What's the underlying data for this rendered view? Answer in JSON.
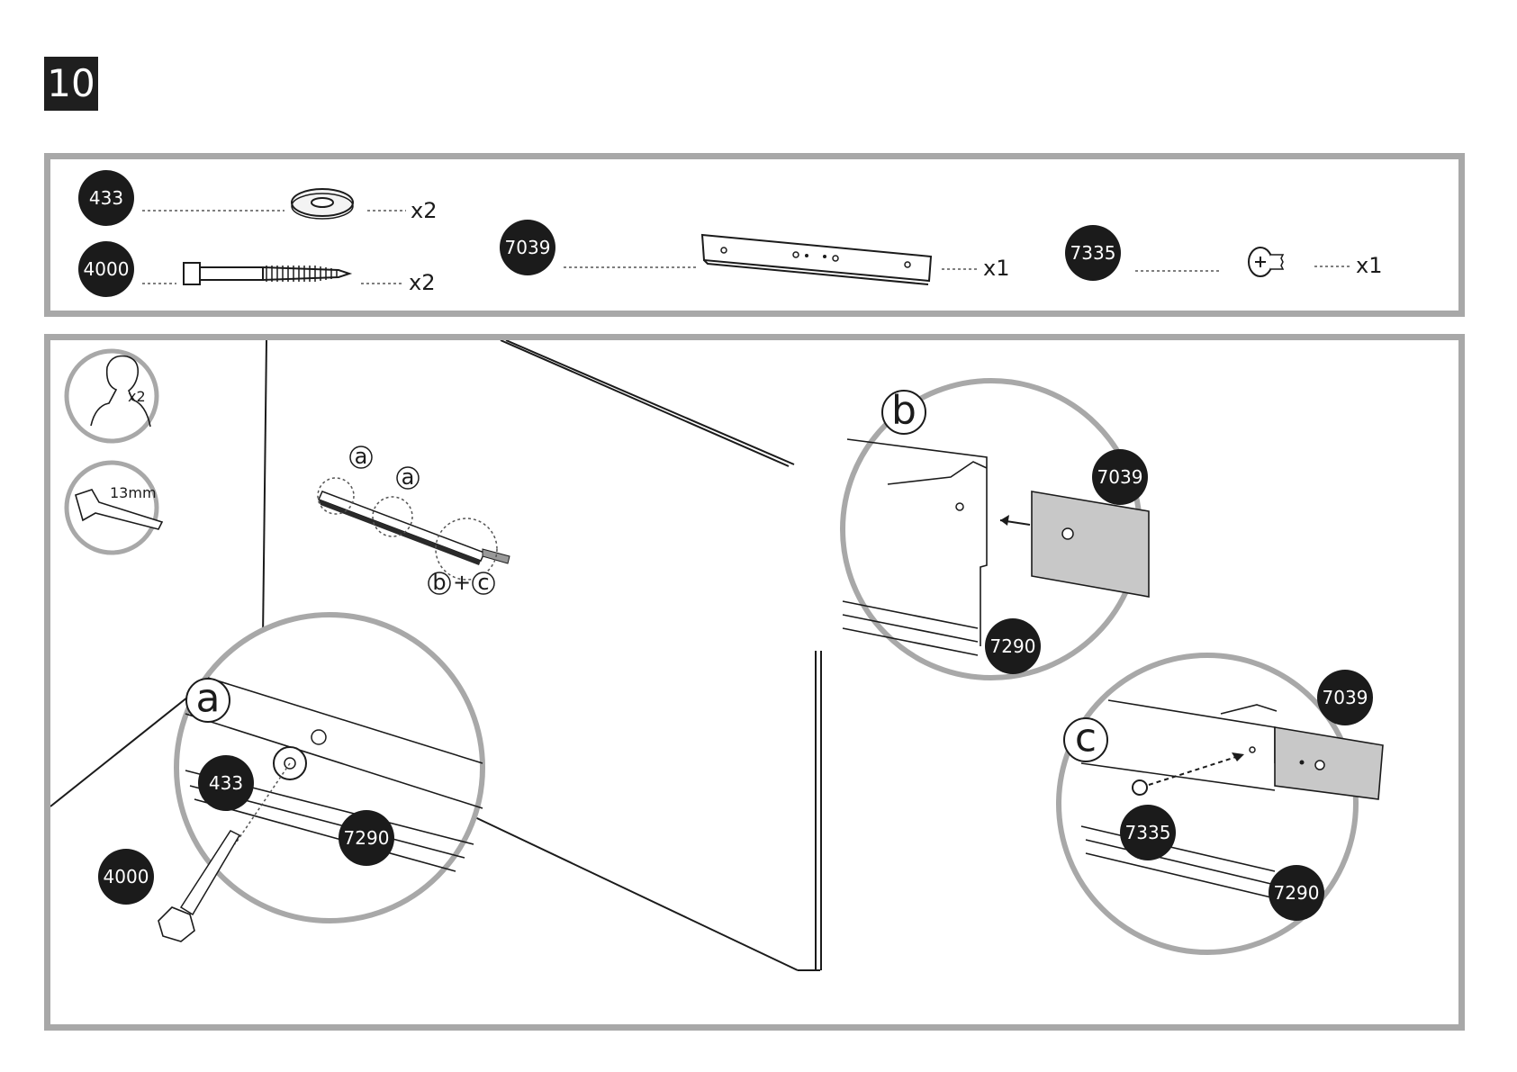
{
  "step": {
    "number": "10"
  },
  "parts": [
    {
      "id": "433",
      "qty": "x2",
      "icon": "washer-icon"
    },
    {
      "id": "4000",
      "qty": "x2",
      "icon": "lag-screw-icon"
    },
    {
      "id": "7039",
      "qty": "x1",
      "icon": "connector-plate-icon"
    },
    {
      "id": "7335",
      "qty": "x1",
      "icon": "self-tapping-screw-icon"
    }
  ],
  "requirements": {
    "persons": "x2",
    "wrench_size": "13mm"
  },
  "overview_callouts": {
    "a1": "a",
    "a2": "a",
    "b": "b",
    "plus": "+",
    "c": "c"
  },
  "detail_a": {
    "label": "a",
    "parts": [
      "433",
      "4000",
      "7290"
    ]
  },
  "detail_b": {
    "label": "b",
    "parts": [
      "7039",
      "7290"
    ]
  },
  "detail_c": {
    "label": "c",
    "parts": [
      "7039",
      "7335",
      "7290"
    ]
  },
  "colors": {
    "badge": "#1b1b1b",
    "panel_border": "#a8a8a8",
    "plate_fill": "#c8c8c8"
  }
}
